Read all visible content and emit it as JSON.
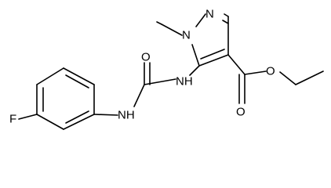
{
  "molecule": {
    "atoms": [
      {
        "id": "n-ring-2",
        "label": "N"
      },
      {
        "id": "n-ring-1",
        "label": "N"
      },
      {
        "id": "methyl",
        "label": "methyl"
      },
      {
        "id": "o-urea",
        "label": "O"
      },
      {
        "id": "nh-pyrazole",
        "label": "NH"
      },
      {
        "id": "nh-aryl",
        "label": "NH"
      },
      {
        "id": "o-carbonyl",
        "label": "O"
      },
      {
        "id": "o-ester",
        "label": "O"
      },
      {
        "id": "f",
        "label": "F"
      }
    ]
  }
}
